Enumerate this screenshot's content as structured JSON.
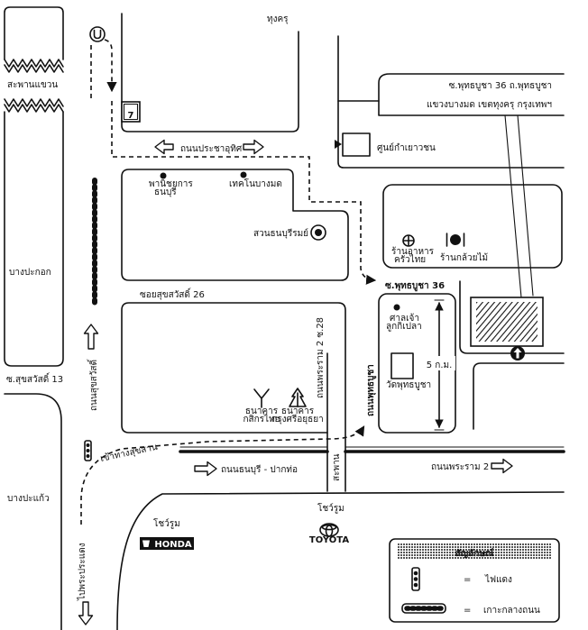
{
  "colors": {
    "ink": "#111111",
    "paper": "#ffffff"
  },
  "places": {
    "thung_khru": "ทุงครุ",
    "suspension_bridge": "สะพานแขวน",
    "bang_pakok": "บางปะกอก",
    "soi_suksawat_13": "ซ.สุขสวัสดิ์ 13",
    "bang_pakaeo": "บางปะแก้ว"
  },
  "roads": {
    "pracha_uthit": "ถนนประชาอุทิศ",
    "suksawat": "ถนนสุขสวัสดิ์",
    "to_phra_pradaeng": "ไปพระประแดง",
    "suksawat_entry": "เข้าทางสุขสาน",
    "soi_suksawat_26": "ซอยสุขสวัสดิ์ 26",
    "phutthabucha_road": "ถนนพุทธบูชา",
    "rama2_soi28": "ถนนพระราม 2 ซ.28",
    "bridge_small": "สะพาน",
    "thonburi_pakthor": "ถนนธนบุรี - ปากท่อ",
    "rama2": "ถนนพระราม 2",
    "soi_phutthabucha_36": "ซ.พุทธบูชา 36"
  },
  "address": {
    "line1": "ซ.พุทธบูชา 36 ถ.พุทธบูชา",
    "line2": "แขวงบางมด เขตทุงครุ กรุงเทพฯ"
  },
  "landmarks": {
    "seven_eleven": "7",
    "youth_center": "ศูนย์กำเยาวชน",
    "commerce_school": [
      "พานิชยการ",
      "ธนบุรี"
    ],
    "techno_bangmod": "เทคโนบางมด",
    "park": "สวนธนบุรีรมย์",
    "restaurant_1": [
      "ร้านอาหาร",
      "ครัวไทย"
    ],
    "restaurant_2": "ร้านกล้วยไม้",
    "shrine": [
      "ศาลเจ้า",
      "ลูกกิเปลา"
    ],
    "temple": "วัดพุทธบูชา",
    "distance": "5 ก.ม.",
    "kasikorn": [
      "ธนาคาร",
      "กสิกรไทย"
    ],
    "krungsri": [
      "ธนาคาร",
      "กรุงศรีอยุธยา"
    ],
    "honda_showroom": "โชว์รูม",
    "honda_logo": "HONDA",
    "toyota_showroom": "โชว์รูม",
    "toyota_logo": "TOYOTA"
  },
  "icons": {
    "u_turn": "u-turn-icon",
    "park": "park-icon",
    "restaurant": "restaurant-icon",
    "traffic_light": "traffic-light-icon",
    "one_way": "one-way-arrow-icon",
    "median": "median-icon"
  },
  "legend": {
    "title": "สัญลักษณ์",
    "eq": "=",
    "traffic_light": "ไฟแดง",
    "median": "เกาะกลางถนน"
  }
}
